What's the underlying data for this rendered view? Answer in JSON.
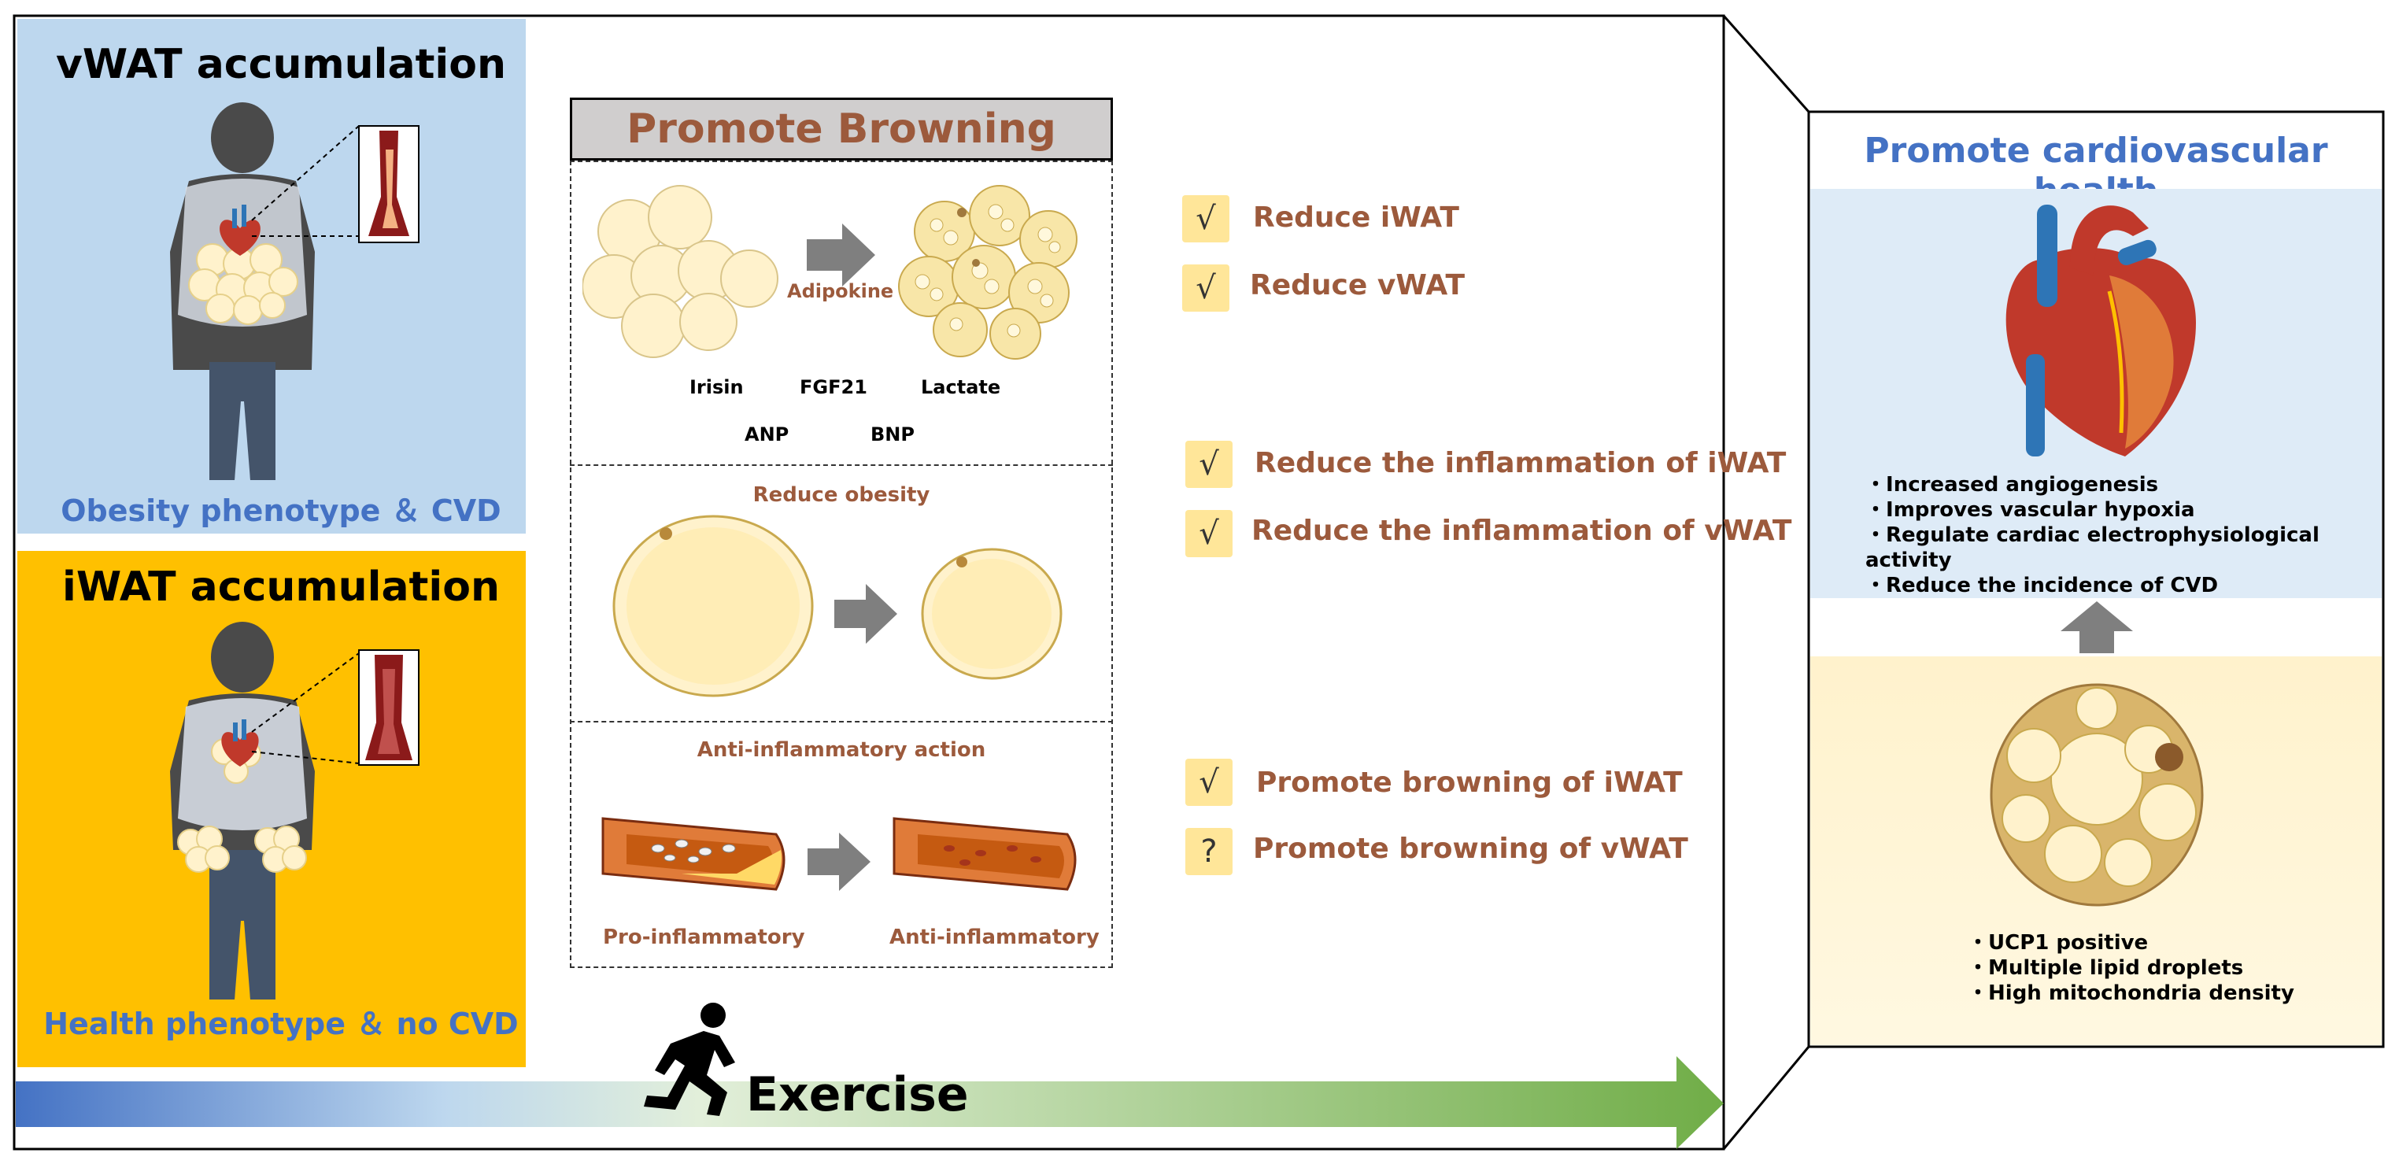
{
  "left": {
    "vwat_title": "vWAT accumulation",
    "vwat_caption": "Obesity phenotype ＆ CVD",
    "iwat_title": "iWAT accumulation",
    "iwat_caption": "Health phenotype ＆ no CVD"
  },
  "middle": {
    "header": "Promote Browning",
    "adipokine_label": "Adipokine",
    "adipokines": [
      "Irisin",
      "FGF21",
      "Lactate",
      "ANP",
      "BNP"
    ],
    "reduce_obesity": "Reduce obesity",
    "anti_inflam_title": "Anti-inflammatory action",
    "pro_label": "Pro-inflammatory",
    "anti_label": "Anti-inflammatory"
  },
  "effects": [
    {
      "mark": "√",
      "text": "Reduce iWAT"
    },
    {
      "mark": "√",
      "text": "Reduce vWAT"
    },
    {
      "mark": "√",
      "text": "Reduce the inflammation of iWAT"
    },
    {
      "mark": "√",
      "text": "Reduce the inflammation of vWAT"
    },
    {
      "mark": "√",
      "text": "Promote browning of iWAT"
    },
    {
      "mark": "?",
      "text": "Promote browning of vWAT"
    }
  ],
  "right": {
    "title": "Promote cardiovascular health",
    "heart_bullets": [
      "Increased angiogenesis",
      "Improves vascular hypoxia",
      "Regulate cardiac electrophysiological activity",
      "Reduce the incidence of CVD"
    ],
    "cell_bullets": [
      "UCP1 positive",
      "Multiple lipid droplets",
      "High mitochondria density"
    ]
  },
  "exercise_label": "Exercise",
  "colors": {
    "vwat_bg": "#bdd7ee",
    "iwat_bg": "#ffc000",
    "blue_text": "#4472c4",
    "brown_text": "#9c5a3c",
    "check_bg": "#ffe699",
    "heart_panel_bg": "#deebf7",
    "cell_panel_bg": "#fff2cc",
    "arrow_green": "#70ad47"
  }
}
